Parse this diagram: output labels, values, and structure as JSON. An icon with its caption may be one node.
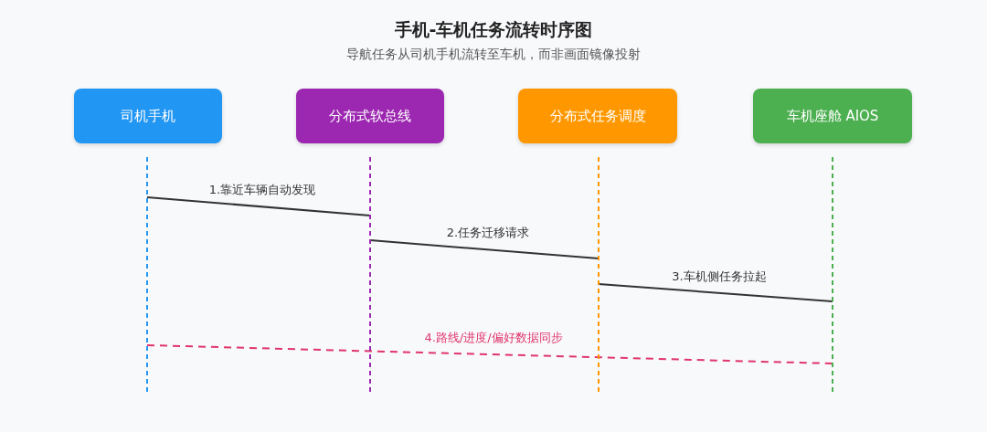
{
  "diagram": {
    "title": "手机-车机任务流转时序图",
    "caption": "导航任务从司机手机流转至车机，而非画面镜像投射",
    "nodes": [
      {
        "text": [
          "司机手机"
        ]
      },
      {
        "text": [
          "分布式软总线"
        ]
      },
      {
        "text": [
          "分布式任务调度"
        ]
      },
      {
        "text": [
          "车机座舱 AIOS"
        ]
      },
      {
        "text": [],
        "shape": "line"
      },
      {
        "text": [],
        "shape": "line"
      },
      {
        "text": [],
        "shape": "line"
      },
      {
        "text": [],
        "shape": "line"
      }
    ],
    "edges": [
      {
        "from": 4,
        "to": 5,
        "arrow": "none",
        "label": "1.靠近车辆自动发现"
      },
      {
        "from": 5,
        "to": 6,
        "arrow": "none",
        "label": "2.任务迁移请求"
      },
      {
        "from": 6,
        "to": 7,
        "arrow": "none",
        "label": "3.车机侧任务拉起"
      },
      {
        "from": 4,
        "to": 7,
        "arrow": "none",
        "label": "4.路线/进度/偏好数据同步",
        "style": "dashed",
        "color": "#e0356b"
      }
    ]
  }
}
